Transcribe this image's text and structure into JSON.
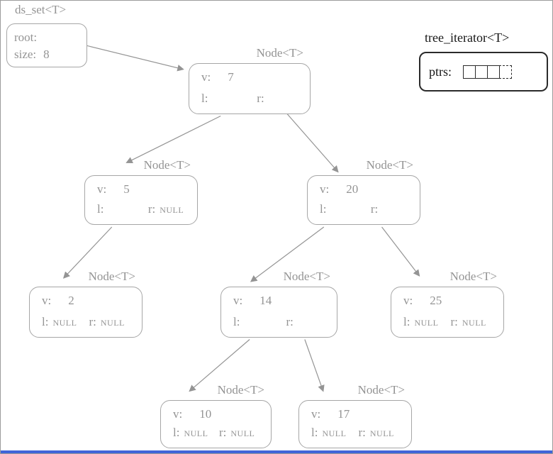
{
  "diagram": {
    "ds_set": {
      "title": "ds_set<T>",
      "root_label": "root:",
      "size_label": "size:",
      "size_value": "8"
    },
    "iterator": {
      "title": "tree_iterator<T>",
      "ptrs_label": "ptrs:",
      "cell_count": 4
    },
    "nodes": [
      {
        "title": "Node<T>",
        "v_label": "v:",
        "value": "7",
        "l_label": "l:",
        "l_value": "",
        "r_label": "r:",
        "r_value": ""
      },
      {
        "title": "Node<T>",
        "v_label": "v:",
        "value": "5",
        "l_label": "l:",
        "l_value": "",
        "r_label": "r:",
        "r_value": "NULL"
      },
      {
        "title": "Node<T>",
        "v_label": "v:",
        "value": "20",
        "l_label": "l:",
        "l_value": "",
        "r_label": "r:",
        "r_value": ""
      },
      {
        "title": "Node<T>",
        "v_label": "v:",
        "value": "2",
        "l_label": "l:",
        "l_value": "NULL",
        "r_label": "r:",
        "r_value": "NULL"
      },
      {
        "title": "Node<T>",
        "v_label": "v:",
        "value": "14",
        "l_label": "l:",
        "l_value": "",
        "r_label": "r:",
        "r_value": ""
      },
      {
        "title": "Node<T>",
        "v_label": "v:",
        "value": "25",
        "l_label": "l:",
        "l_value": "NULL",
        "r_label": "r:",
        "r_value": "NULL"
      },
      {
        "title": "Node<T>",
        "v_label": "v:",
        "value": "10",
        "l_label": "l:",
        "l_value": "NULL",
        "r_label": "r:",
        "r_value": "NULL"
      },
      {
        "title": "Node<T>",
        "v_label": "v:",
        "value": "17",
        "l_label": "l:",
        "l_value": "NULL",
        "r_label": "r:",
        "r_value": "NULL"
      }
    ],
    "edges": [
      {
        "from": "ds_set.root",
        "to": "node 7"
      },
      {
        "from": "7.l",
        "to": "node 5"
      },
      {
        "from": "7.r",
        "to": "node 20"
      },
      {
        "from": "5.l",
        "to": "node 2"
      },
      {
        "from": "20.l",
        "to": "node 14"
      },
      {
        "from": "20.r",
        "to": "node 25"
      },
      {
        "from": "14.l",
        "to": "node 10"
      },
      {
        "from": "14.r",
        "to": "node 17"
      }
    ],
    "colors": {
      "node_gray": "#949494",
      "iterator_black": "#161616",
      "bottom_bar_blue": "#4064d9"
    }
  }
}
